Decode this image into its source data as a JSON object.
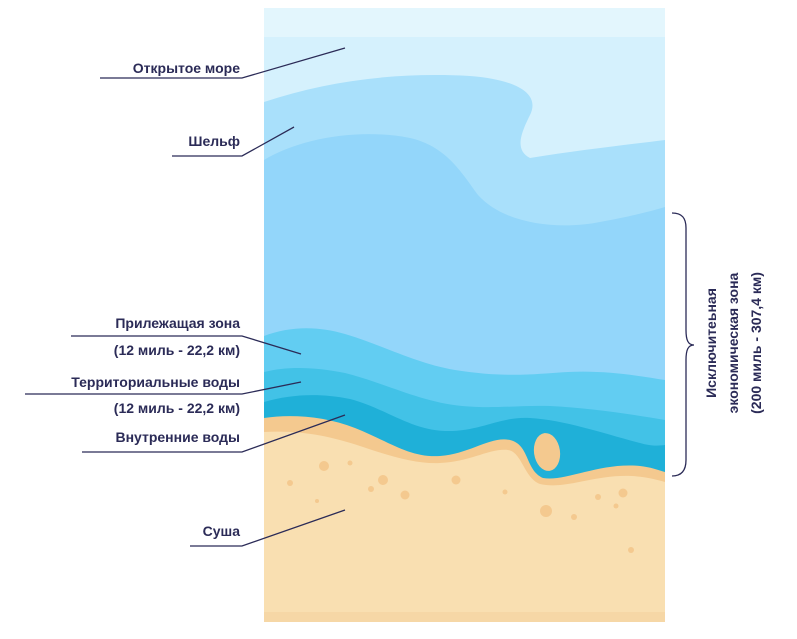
{
  "labels": {
    "open_sea": "Открытое море",
    "shelf": "Шельф",
    "contiguous_zone": "Прилежащая зона",
    "contiguous_zone_range": "(12 миль - 22,2 км)",
    "territorial_waters": "Территориальные воды",
    "territorial_waters_range": "(12 миль - 22,2 км)",
    "internal_waters": "Внутренние воды",
    "land": "Суша"
  },
  "eez": {
    "line1": "Исключитеьная",
    "line2": "экономическая зона",
    "line3": "(200 миль - 307,4 км)"
  },
  "colors": {
    "open_sea": "#d5f1fd",
    "open_sea_top": "#e3f6fd",
    "shelf": "#a9e0fb",
    "eez": "#93d6fa",
    "contiguous": "#62cdf2",
    "territorial": "#42c2e7",
    "internal": "#1fb0d8",
    "sand_edge": "#f4c98f",
    "land": "#f9dfb1",
    "land_bottom": "#f6d7a6",
    "text": "#2b2b57"
  }
}
